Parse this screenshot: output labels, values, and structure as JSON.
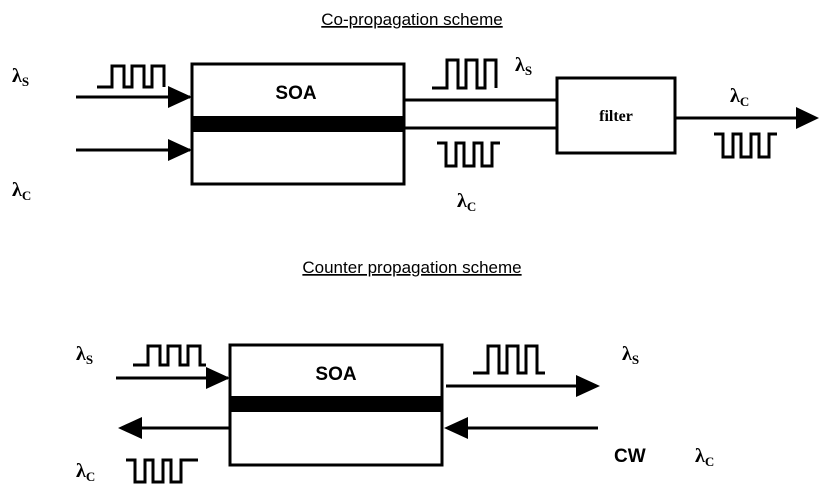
{
  "co_scheme": {
    "title": "Co-propagation scheme",
    "soa_label": "SOA",
    "filter_label": "filter",
    "input_signal": {
      "symbol": "λ",
      "sub": "S"
    },
    "input_control": {
      "symbol": "λ",
      "sub": "C"
    },
    "mid_signal": {
      "symbol": "λ",
      "sub": "S"
    },
    "mid_control": {
      "symbol": "λ",
      "sub": "C"
    },
    "output_control": {
      "symbol": "λ",
      "sub": "C"
    }
  },
  "counter_scheme": {
    "title": "Counter propagation scheme",
    "soa_label": "SOA",
    "input_signal": {
      "symbol": "λ",
      "sub": "S"
    },
    "output_signal": {
      "symbol": "λ",
      "sub": "S"
    },
    "cw_label": "CW",
    "cw_control": {
      "symbol": "λ",
      "sub": "C"
    },
    "output_control": {
      "symbol": "λ",
      "sub": "C"
    }
  }
}
